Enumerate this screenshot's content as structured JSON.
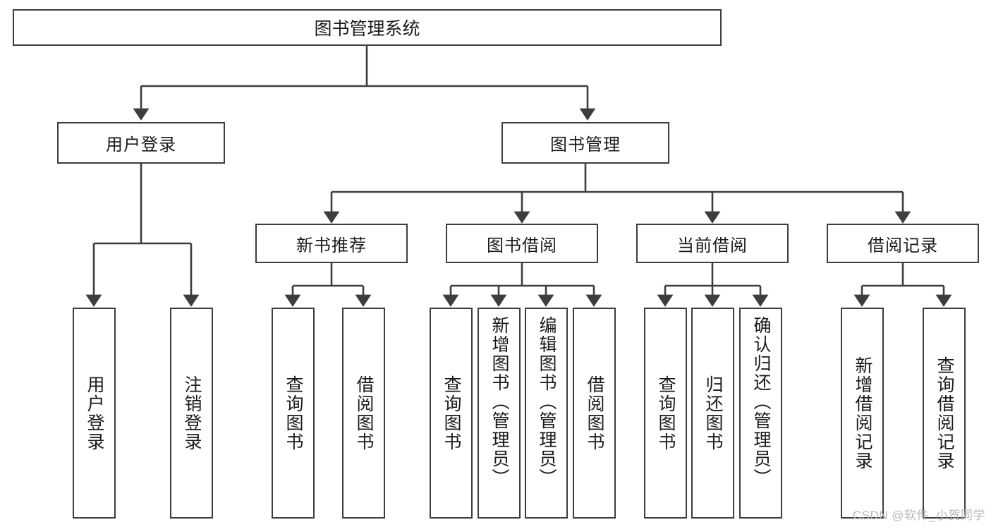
{
  "diagram": {
    "title": "图书管理系统",
    "type": "tree-hierarchy",
    "root": {
      "label": "图书管理系统"
    },
    "level2": [
      {
        "label": "用户登录"
      },
      {
        "label": "图书管理"
      }
    ],
    "level3": [
      {
        "label": "新书推荐"
      },
      {
        "label": "图书借阅"
      },
      {
        "label": "当前借阅"
      },
      {
        "label": "借阅记录"
      }
    ],
    "leaves": {
      "user_login": [
        {
          "label": "用户登录"
        },
        {
          "label": "注销登录"
        }
      ],
      "new_book_recommend": [
        {
          "label": "查询图书"
        },
        {
          "label": "借阅图书"
        }
      ],
      "book_borrow": [
        {
          "label": "查询图书"
        },
        {
          "label": "新增图书（管理员）"
        },
        {
          "label": "编辑图书（管理员）"
        },
        {
          "label": "借阅图书"
        }
      ],
      "current_borrow": [
        {
          "label": "查询图书"
        },
        {
          "label": "归还图书"
        },
        {
          "label": "确认归还（管理员）"
        }
      ],
      "borrow_record": [
        {
          "label": "新增借阅记录"
        },
        {
          "label": "查询借阅记录"
        }
      ]
    }
  },
  "colors": {
    "stroke": "#3d3d3d",
    "text": "#1a1a1a",
    "background": "#ffffff",
    "watermark": "#b9b9b9"
  },
  "watermark": {
    "text": "CSDN @软件_小贺同学"
  }
}
